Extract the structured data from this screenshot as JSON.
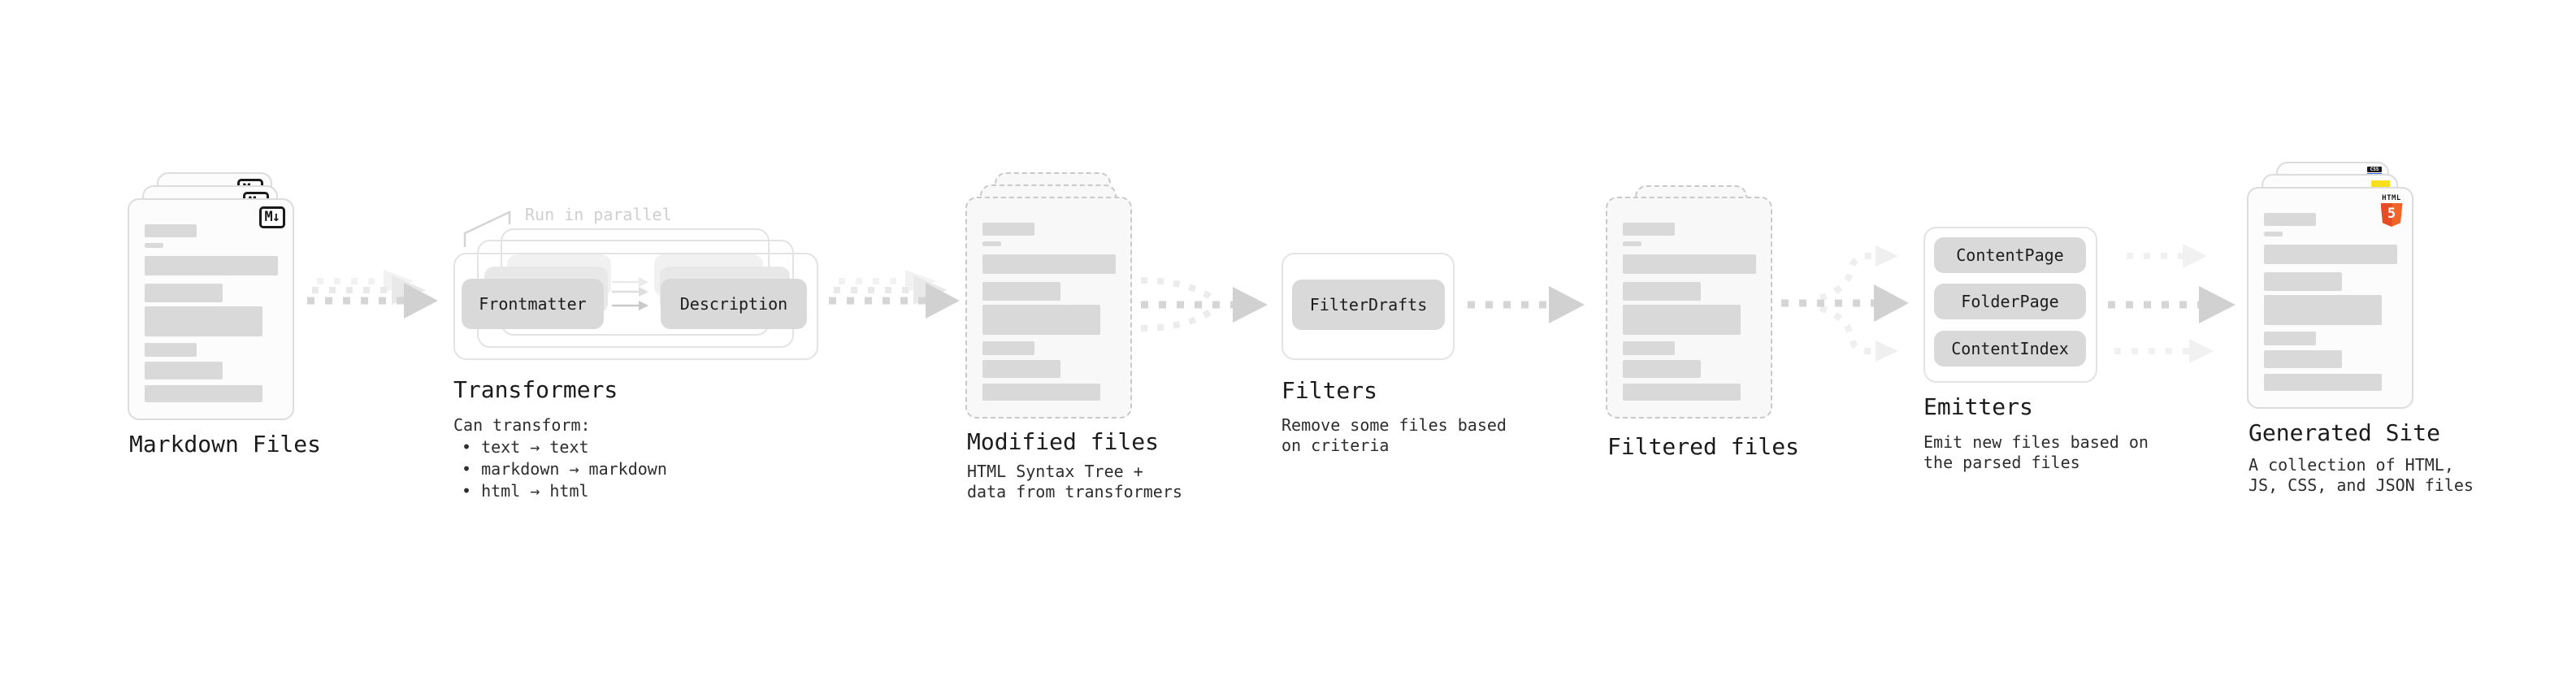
{
  "stages": {
    "markdown_files": {
      "title": "Markdown Files",
      "file_badge": "M↓"
    },
    "transformers": {
      "title": "Transformers",
      "parallel_note": "Run in parallel",
      "transformer_labels": [
        "Frontmatter",
        "Description"
      ],
      "caption_heading": "Can transform:",
      "caption_bullets": [
        "• text → text",
        "• markdown → markdown",
        "• html → html"
      ]
    },
    "modified_files": {
      "title": "Modified files",
      "caption": "HTML Syntax Tree +\ndata from transformers"
    },
    "filters": {
      "title": "Filters",
      "filter_labels": [
        "FilterDrafts"
      ],
      "caption": "Remove some files based\non criteria"
    },
    "filtered_files": {
      "title": "Filtered files"
    },
    "emitters": {
      "title": "Emitters",
      "emitter_labels": [
        "ContentPage",
        "FolderPage",
        "ContentIndex"
      ],
      "caption": "Emit new files based on\nthe parsed files"
    },
    "generated_site": {
      "title": "Generated Site",
      "caption": "A collection of HTML,\nJS, CSS, and JSON files",
      "file_badges": {
        "html_word": "HTML",
        "html_number": "5",
        "css": "CSS"
      }
    }
  },
  "colors": {
    "html5_orange_dark": "#e44d26",
    "html5_orange_light": "#f16529",
    "js_yellow": "#f7df1e",
    "css_blue": "#2965f1",
    "flow_arrow_gray": "#d1d1d1"
  }
}
